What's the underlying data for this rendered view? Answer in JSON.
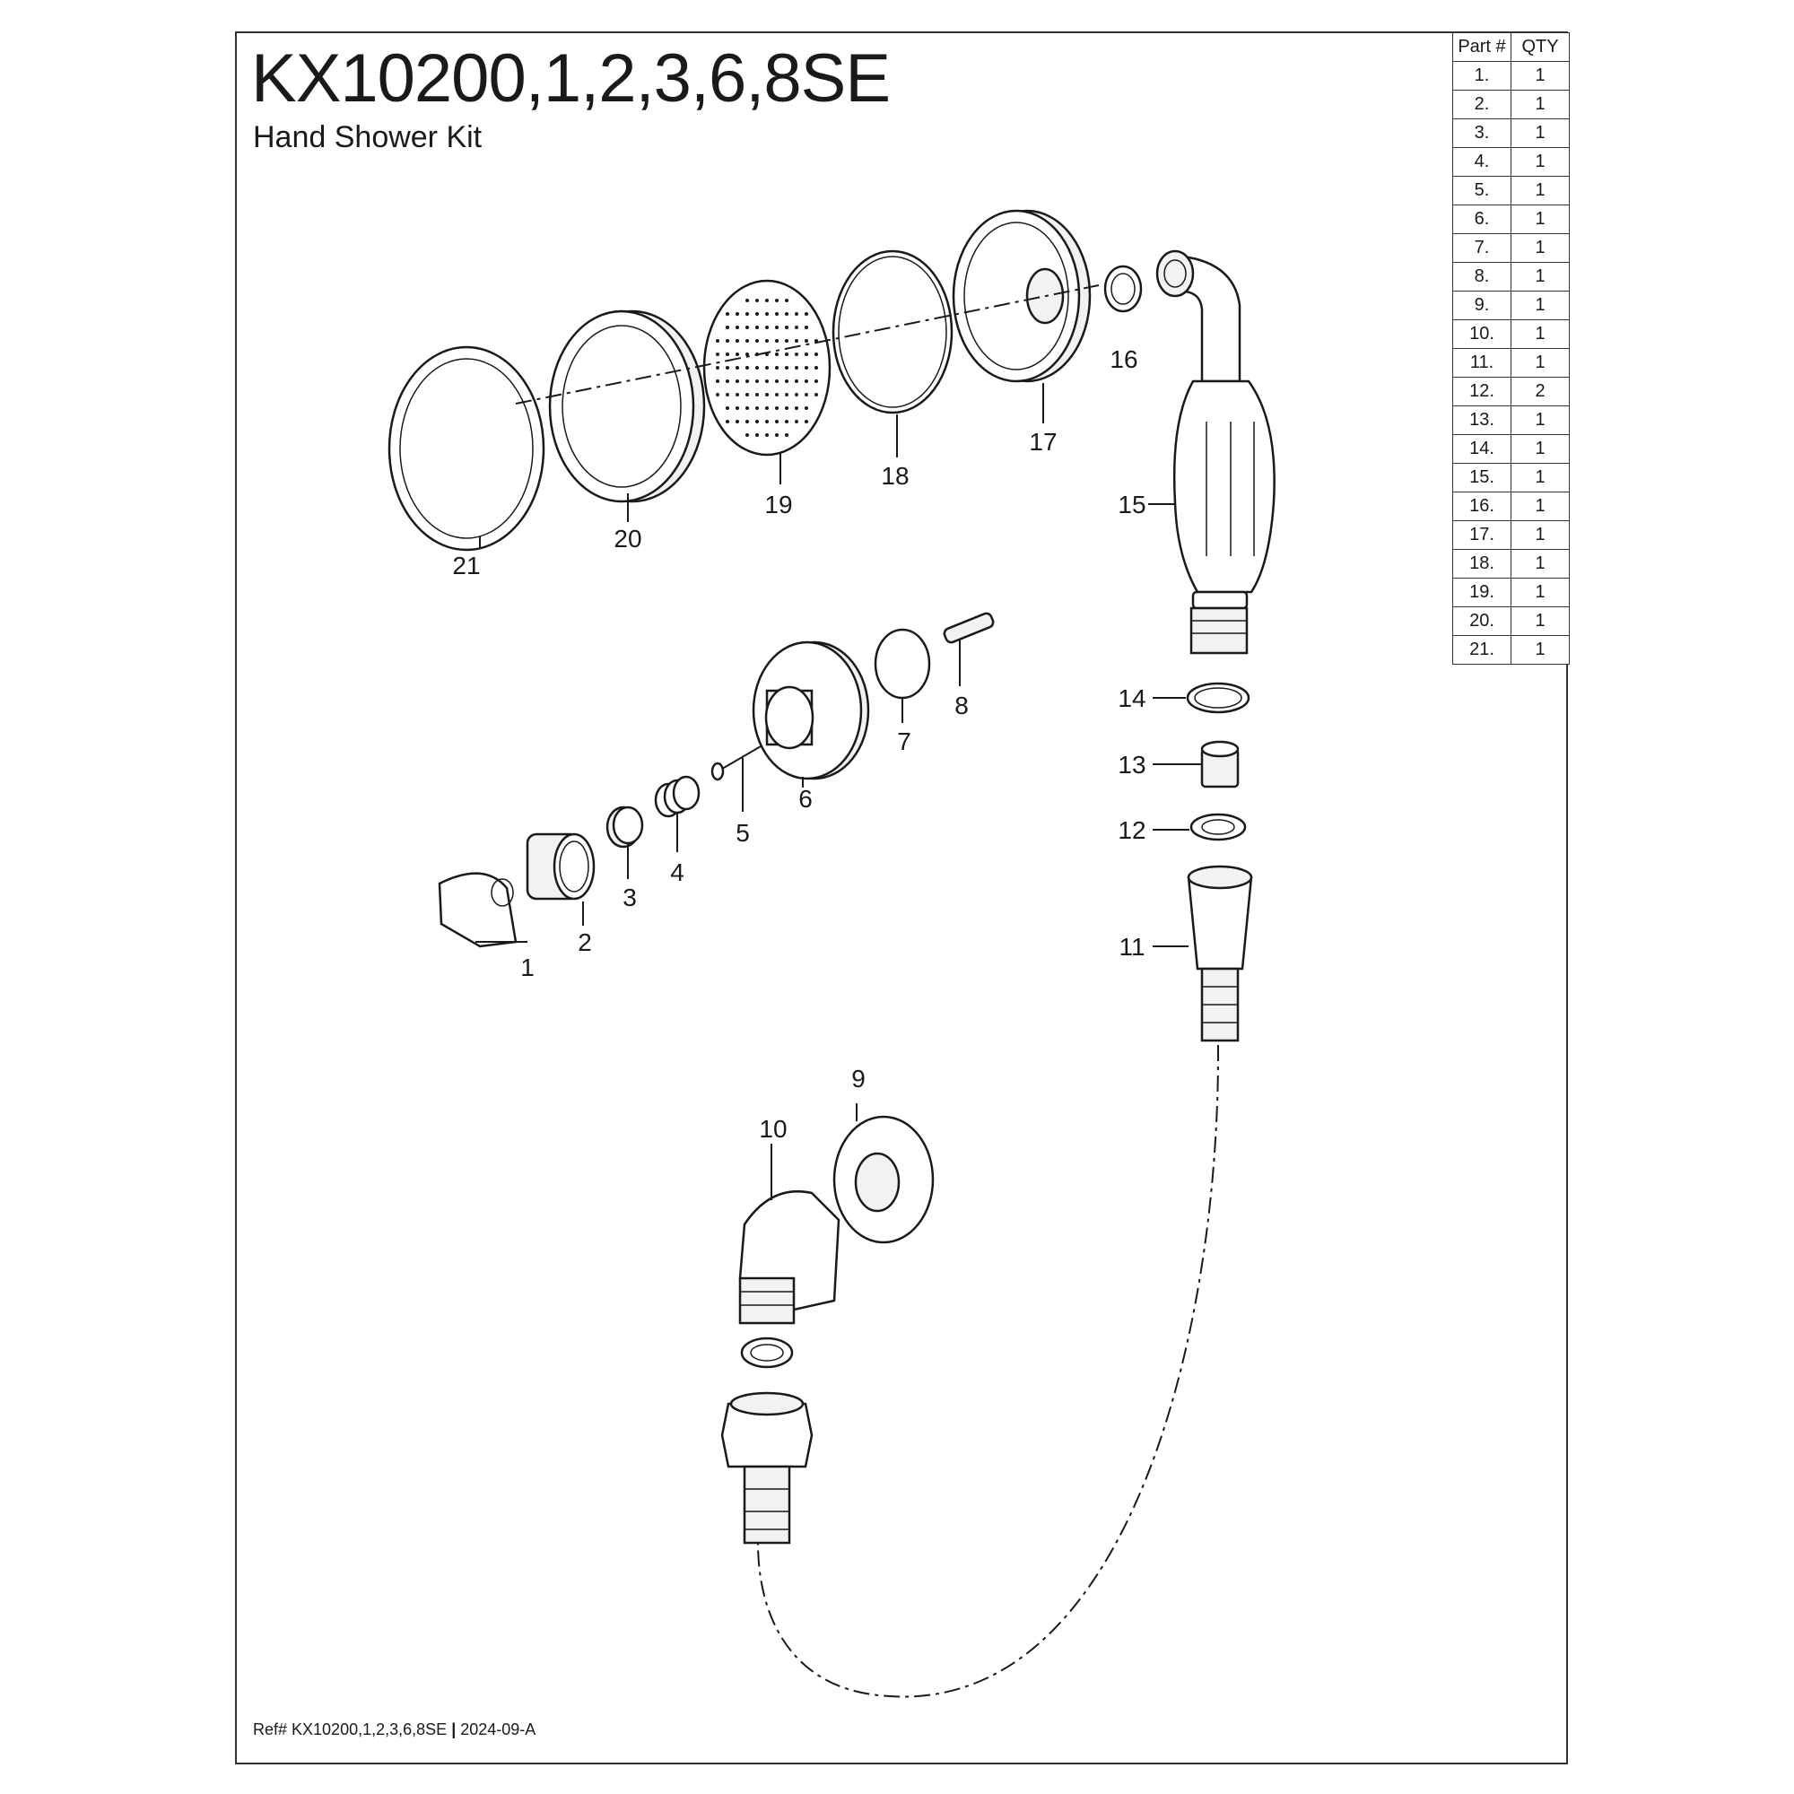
{
  "title": "KX10200,1,2,3,6,8SE",
  "subtitle": "Hand Shower Kit",
  "footer": {
    "ref": "Ref# KX10200,1,2,3,6,8SE",
    "separator": "|",
    "revision": "2024-09-A"
  },
  "table": {
    "headers": [
      "Part #",
      "QTY"
    ],
    "rows": [
      [
        "1.",
        "1"
      ],
      [
        "2.",
        "1"
      ],
      [
        "3.",
        "1"
      ],
      [
        "4.",
        "1"
      ],
      [
        "5.",
        "1"
      ],
      [
        "6.",
        "1"
      ],
      [
        "7.",
        "1"
      ],
      [
        "8.",
        "1"
      ],
      [
        "9.",
        "1"
      ],
      [
        "10.",
        "1"
      ],
      [
        "11.",
        "1"
      ],
      [
        "12.",
        "2"
      ],
      [
        "13.",
        "1"
      ],
      [
        "14.",
        "1"
      ],
      [
        "15.",
        "1"
      ],
      [
        "16.",
        "1"
      ],
      [
        "17.",
        "1"
      ],
      [
        "18.",
        "1"
      ],
      [
        "19.",
        "1"
      ],
      [
        "20.",
        "1"
      ],
      [
        "21.",
        "1"
      ]
    ]
  },
  "callouts": {
    "c1": "1",
    "c2": "2",
    "c3": "3",
    "c4": "4",
    "c5": "5",
    "c6": "6",
    "c7": "7",
    "c8": "8",
    "c9": "9",
    "c10": "10",
    "c11": "11",
    "c12": "12",
    "c13": "13",
    "c14": "14",
    "c15": "15",
    "c16": "16",
    "c17": "17",
    "c18": "18",
    "c19": "19",
    "c20": "20",
    "c21": "21"
  }
}
